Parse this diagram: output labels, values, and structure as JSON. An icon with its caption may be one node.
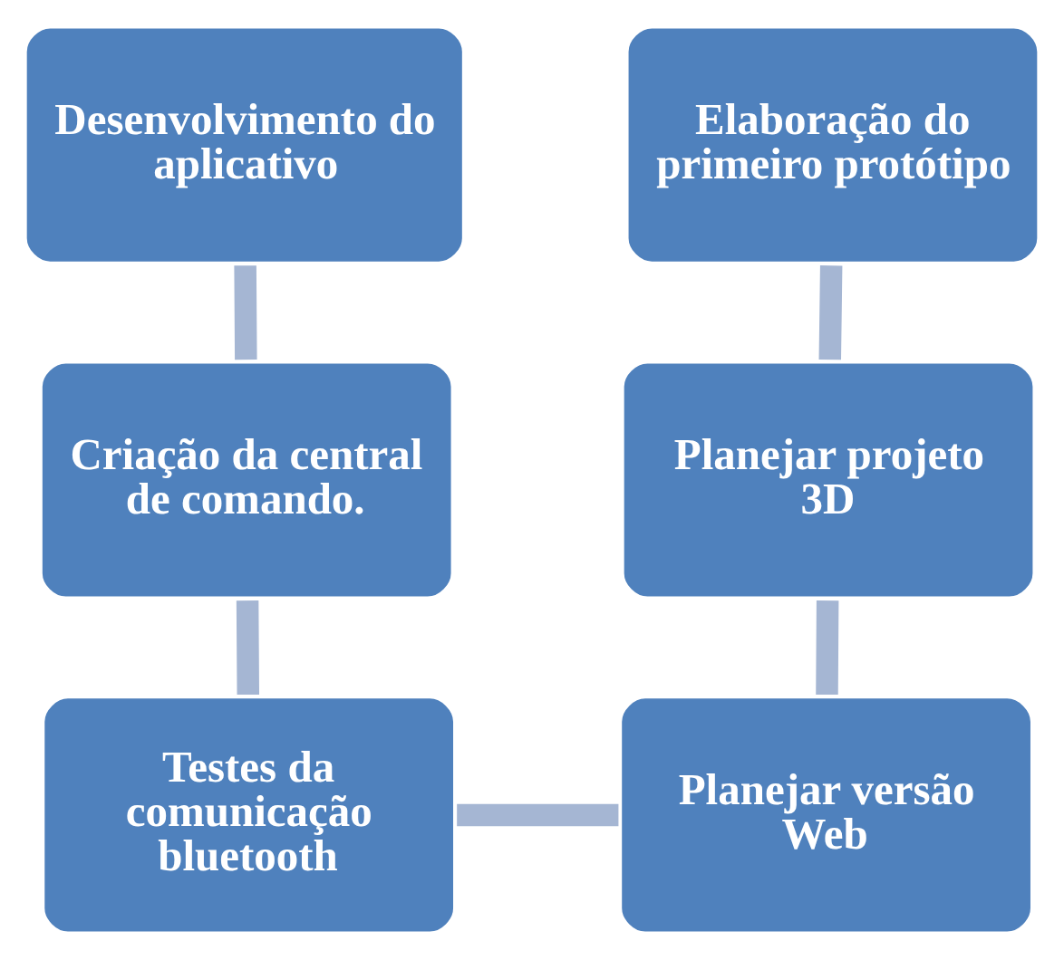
{
  "diagram": {
    "nodes": [
      {
        "text": [
          "Desenvolvimento do aplicativo"
        ]
      },
      {
        "text": [
          "Criação da central de comando."
        ]
      },
      {
        "text": [
          "Testes da comunicação bluetooth"
        ]
      },
      {
        "text": [
          "Elaboração do primeiro protótipo"
        ]
      },
      {
        "text": [
          "Planejar projeto 3D"
        ]
      },
      {
        "text": [
          "Planejar versão Web"
        ]
      }
    ],
    "edges": [
      {
        "from": 0,
        "to": 1,
        "arrow": "none"
      },
      {
        "from": 1,
        "to": 2,
        "arrow": "none"
      },
      {
        "from": 2,
        "to": 5,
        "arrow": "none"
      },
      {
        "from": 5,
        "to": 4,
        "arrow": "none"
      },
      {
        "from": 4,
        "to": 3,
        "arrow": "none"
      }
    ]
  }
}
